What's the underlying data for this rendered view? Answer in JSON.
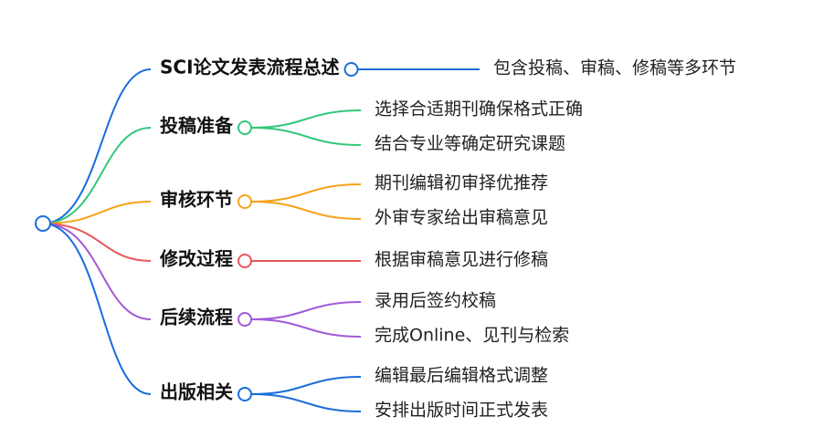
{
  "mindmap": {
    "root_color": "#1a6ddb",
    "branches": [
      {
        "label": "SCI论文发表流程总述",
        "color": "#1a6ddb",
        "children": [
          "包含投稿、审稿、修稿等多环节"
        ]
      },
      {
        "label": "投稿准备",
        "color": "#33c77a",
        "children": [
          "选择合适期刊确保格式正确",
          "结合专业等确定研究课题"
        ]
      },
      {
        "label": "审核环节",
        "color": "#f5a31a",
        "children": [
          "期刊编辑初审择优推荐",
          "外审专家给出审稿意见"
        ]
      },
      {
        "label": "修改过程",
        "color": "#e8575a",
        "children": [
          "根据审稿意见进行修稿"
        ]
      },
      {
        "label": "后续流程",
        "color": "#a15ad8",
        "children": [
          "录用后签约校稿",
          "完成Online、见刊与检索"
        ]
      },
      {
        "label": "出版相关",
        "color": "#1a6ddb",
        "children": [
          "编辑最后编辑格式调整",
          "安排出版时间正式发表"
        ]
      }
    ]
  }
}
